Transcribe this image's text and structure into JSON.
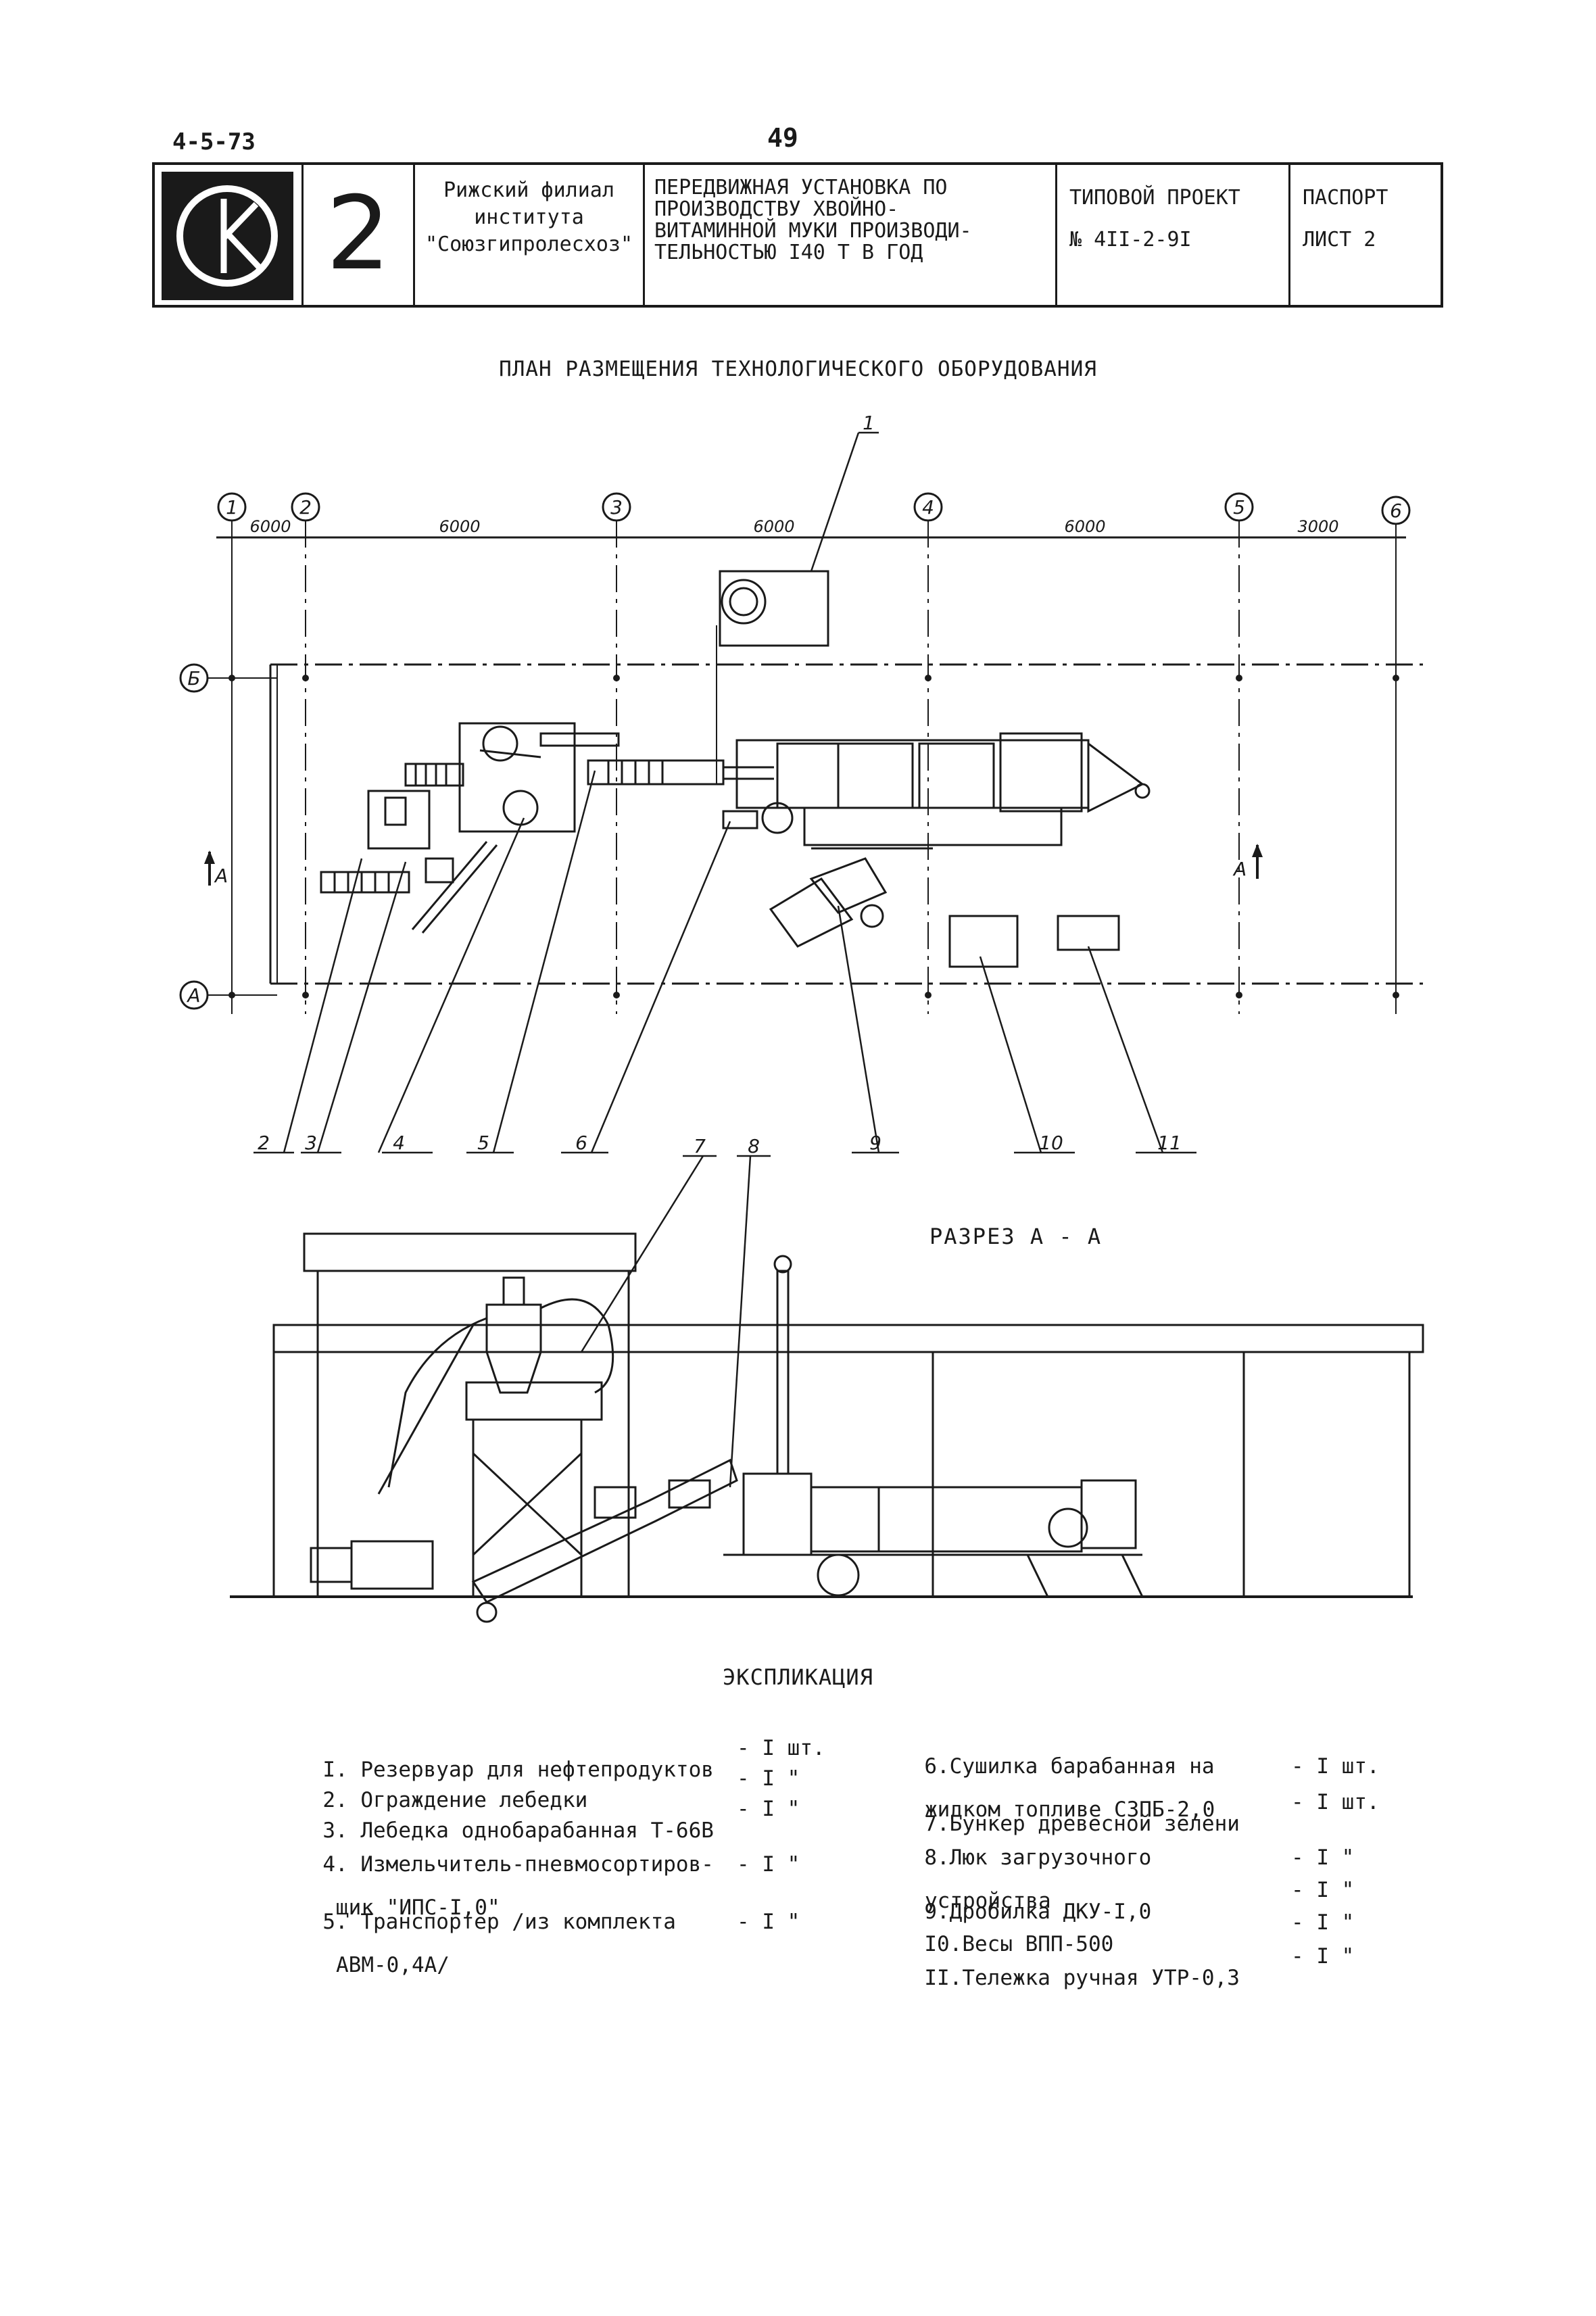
{
  "header": {
    "doc_code": "4-5-73",
    "page_number": "49",
    "sheet_mark": "2",
    "organization": [
      "Рижский филиал",
      "института",
      "\"Союзгипролесхоз\""
    ],
    "title_lines": [
      "ПЕРЕДВИЖНАЯ УСТАНОВКА ПО",
      "ПРОИЗВОДСТВУ ХВОЙНО-",
      "ВИТАМИННОЙ МУКИ ПРОИЗВОДИ-",
      "ТЕЛЬНОСТЬЮ I40 Т В ГОД"
    ],
    "project_label": "ТИПОВОЙ ПРОЕКТ",
    "project_number": "№ 4II-2-9I",
    "doc_type": "ПАСПОРТ",
    "sheet_label": "ЛИСТ  2"
  },
  "plan": {
    "title": "ПЛАН РАЗМЕЩЕНИЯ ТЕХНОЛОГИЧЕСКОГО ОБОРУДОВАНИЯ",
    "axes_x": [
      "1",
      "2",
      "3",
      "4",
      "5",
      "6"
    ],
    "axes_y": [
      "Б",
      "А"
    ],
    "spans": [
      "6000",
      "6000",
      "6000",
      "6000",
      "3000"
    ],
    "section_mark": "А",
    "callouts": [
      "1",
      "2",
      "3",
      "4",
      "5",
      "6",
      "9",
      "10",
      "11"
    ]
  },
  "section": {
    "title": "РАЗРЕЗ  А - А",
    "callouts": [
      "7",
      "8"
    ]
  },
  "explication": {
    "title": "ЭКСПЛИКАЦИЯ",
    "left": [
      {
        "num": "I.",
        "lines": [
          "Резервуар для нефтепродуктов"
        ],
        "qty": "- I шт."
      },
      {
        "num": "2.",
        "lines": [
          "Ограждение лебедки"
        ],
        "qty": "- I \""
      },
      {
        "num": "3.",
        "lines": [
          "Лебедка однобарабанная Т-66В"
        ],
        "qty": "- I \""
      },
      {
        "num": "4.",
        "lines": [
          "Измельчитель-пневмосортиров-",
          "щик \"ИПС-I,0\""
        ],
        "qty": "- I \""
      },
      {
        "num": "5.",
        "lines": [
          "Транспортер /из комплекта",
          "АВМ-0,4А/"
        ],
        "qty": "- I \""
      }
    ],
    "right": [
      {
        "num": "6.",
        "lines": [
          "Сушилка барабанная на",
          "жидком топливе СЗПБ-2,0"
        ],
        "qty": "- I шт."
      },
      {
        "num": "7.",
        "lines": [
          "Бункер древесной зелени"
        ],
        "qty": "- I шт."
      },
      {
        "num": "8.",
        "lines": [
          "Люк загрузочного",
          "устройства"
        ],
        "qty": "- I \""
      },
      {
        "num": "9.",
        "lines": [
          "Дробилка ДКУ-I,0"
        ],
        "qty": "- I \""
      },
      {
        "num": "I0.",
        "lines": [
          "Весы ВПП-500"
        ],
        "qty": "- I \""
      },
      {
        "num": "II.",
        "lines": [
          "Тележка ручная УТР-0,3"
        ],
        "qty": "- I \""
      }
    ]
  }
}
